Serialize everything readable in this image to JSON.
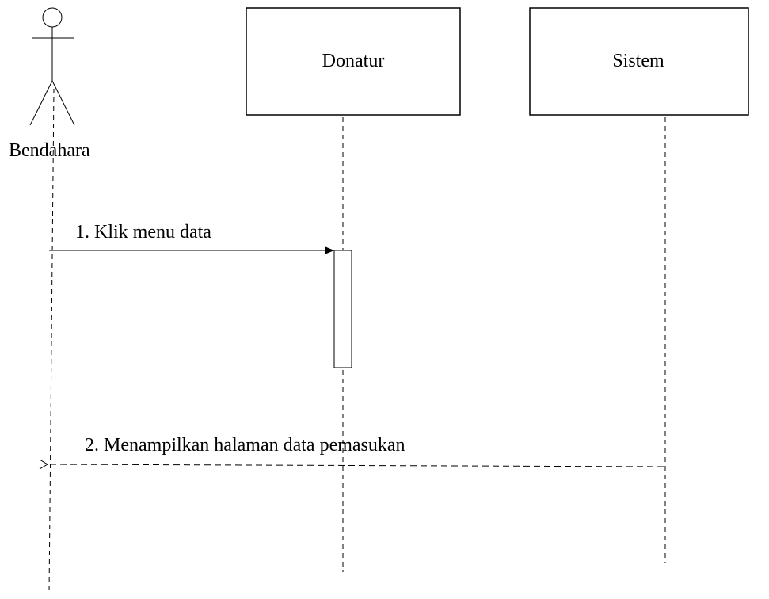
{
  "actor": {
    "name": "Bendahara",
    "icon": "stick-figure-icon"
  },
  "objects": [
    {
      "name": "Donatur"
    },
    {
      "name": "Sistem"
    }
  ],
  "messages": [
    {
      "label": "1. Klik menu data",
      "from": "Bendahara",
      "to": "Donatur",
      "style": "solid-sync"
    },
    {
      "label": "2. Menampilkan halaman data pemasukan",
      "from": "Sistem",
      "to": "Bendahara",
      "style": "dashed-return"
    }
  ],
  "colors": {
    "stroke": "#000000",
    "background": "#ffffff"
  }
}
